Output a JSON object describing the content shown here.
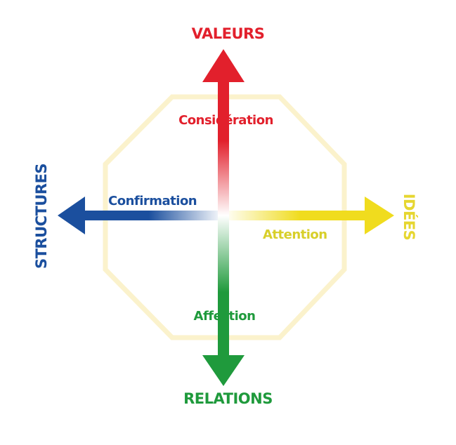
{
  "axes": {
    "top": {
      "label": "VALEURS",
      "color": "#e2202c"
    },
    "bottom": {
      "label": "RELATIONS",
      "color": "#1f9a3c"
    },
    "left": {
      "label": "STRUCTURES",
      "color": "#1b4f9e"
    },
    "right": {
      "label": "IDÉES",
      "color": "#f0dc1e"
    }
  },
  "quadrant_labels": {
    "top": "Considération",
    "bottom": "Affection",
    "left": "Confirmation",
    "right": "Attention"
  },
  "octagon_color": "#fbf2cc"
}
